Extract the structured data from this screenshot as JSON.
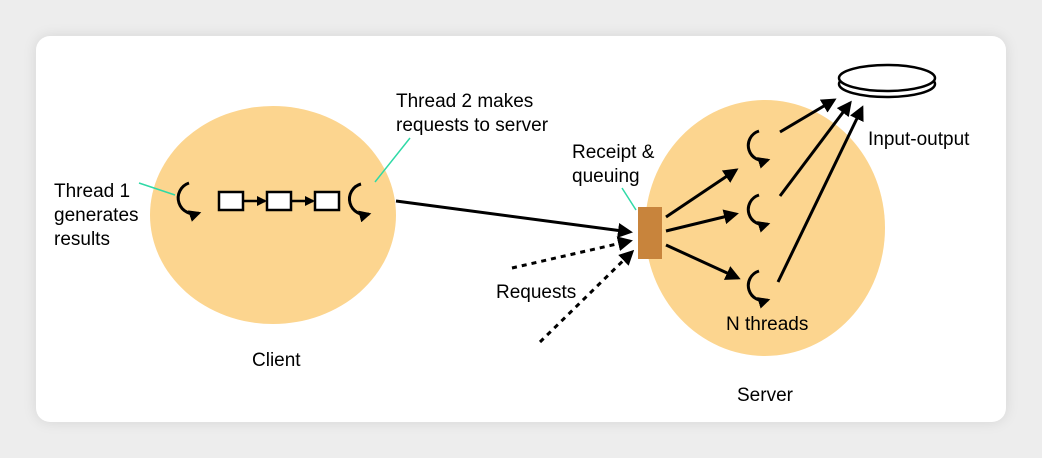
{
  "colors": {
    "bubble": "#fcd58f",
    "queue": "#c8843c",
    "leader": "#2fd9a6",
    "stroke": "#000000"
  },
  "labels": {
    "thread1": [
      "Thread 1",
      "generates",
      "results"
    ],
    "thread2": [
      "Thread 2 makes",
      "requests to server"
    ],
    "receipt": [
      "Receipt &",
      "queuing"
    ],
    "requests": "Requests",
    "input_output": "Input-output",
    "n_threads": "N threads",
    "client": "Client",
    "server": "Server"
  },
  "icons": [
    "thread-loop-icon",
    "buffer-box-icon",
    "queue-icon",
    "disk-icon",
    "arrow-icon"
  ]
}
